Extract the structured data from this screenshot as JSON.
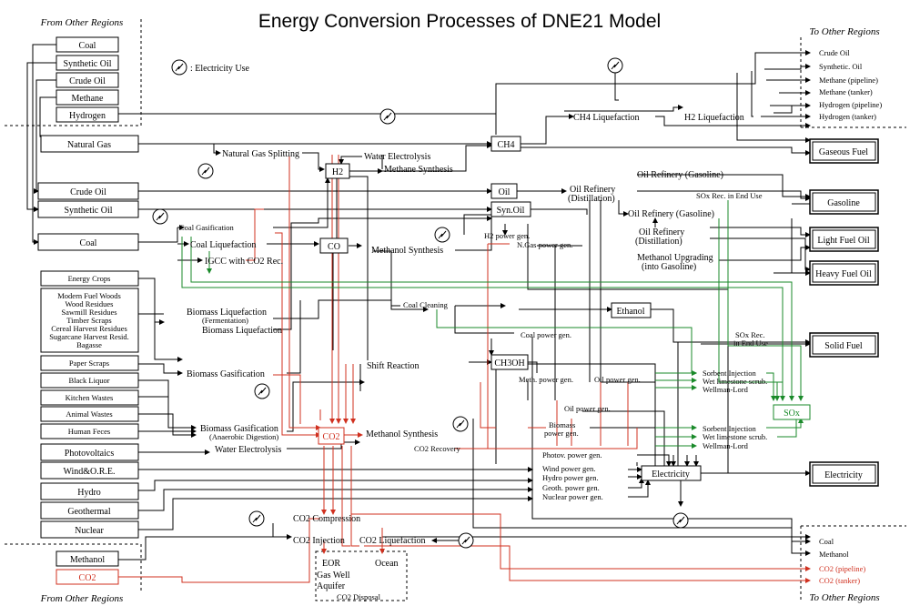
{
  "title": "Energy Conversion Processes of DNE21 Model",
  "region_labels": {
    "from_top": "From Other Regions",
    "from_bottom": "From Other Regions",
    "to_top": "To Other Regions",
    "to_bottom": "To Other Regions"
  },
  "legend": {
    "electricity_use": ": Electricity Use"
  },
  "colors": {
    "co2": "#d0301f",
    "sox": "#1a8a2a",
    "line": "#000000"
  },
  "imports_top": [
    "Coal",
    "Synthetic Oil",
    "Crude Oil",
    "Methane",
    "Hydrogen"
  ],
  "primary": {
    "natural_gas": "Natural Gas",
    "crude_oil": "Crude Oil",
    "synthetic_oil": "Synthetic Oil",
    "coal": "Coal",
    "energy_crops": "Energy Crops",
    "woods": [
      "Modern Fuel Woods",
      "Wood Residues",
      "Sawmill Residues",
      "Timber Scraps",
      "Cereal Harvest Residues",
      "Sugarcane Harvest Resid.",
      "Bagasse"
    ],
    "paper_scraps": "Paper Scraps",
    "black_liquor": "Black Liquor",
    "kitchen_wastes": "Kitchen Wastes",
    "animal_wastes": "Animal Wastes",
    "human_feces": "Human Feces",
    "photovoltaics": "Photovoltaics",
    "wind": "Wind&O.R.E.",
    "hydro": "Hydro",
    "geothermal": "Geothermal",
    "nuclear": "Nuclear"
  },
  "imports_bottom": {
    "methanol": "Methanol",
    "co2": "CO2"
  },
  "processes": {
    "ng_splitting": "Natural Gas Splitting",
    "water_electrolysis": "Water Electrolysis",
    "methane_synthesis": "Methane Synthesis",
    "coal_gasification": "Coal Gasification",
    "coal_liquefaction": "Coal Liquefaction",
    "igcc": "IGCC with CO2 Rec.",
    "methanol_synthesis": "Methanol Synthesis",
    "biomass_liq_ferm": "Biomass Liquefaction",
    "fermentation": "(Fermentation)",
    "biomass_liq": "Biomass Liquefaction",
    "biomass_gas": "Biomass Gasification",
    "biomass_gas_an": "Biomass Gasification",
    "anaerobic": "(Anaerobic Digestion)",
    "water_electrolysis2": "Water Electrolysis",
    "shift_reaction": "Shift Reaction",
    "methanol_synthesis2": "Methanol Synthesis",
    "co2_recovery": "CO2 Recovery",
    "co2_compression": "CO2 Compression",
    "co2_injection": "CO2 Injection",
    "co2_liquefaction": "CO2 Liquefaction",
    "eor": "EOR",
    "gas_well": "Gas Well",
    "aquifer": "Aquifer",
    "ocean": "Ocean",
    "co2_disposal": "CO2 Disposal",
    "ch4_liquefaction": "CH4 Liquefaction",
    "h2_liquefaction": "H2 Liquefaction",
    "oil_ref_gasoline": "Oil Refinery (Gasoline)",
    "oil_ref": "Oil Refinery",
    "distillation": "(Distillation)",
    "sox_rec_end": "SOx Rec. in End Use",
    "oil_ref_gasoline2": "Oil Refinery (Gasoline)",
    "oil_ref2": "Oil Refinery",
    "distillation2": "(Distillation)",
    "meth_upgrading": "Methanol Upgrading",
    "into_gasoline": "(into Gasoline)",
    "h2_power": "H2 power gen.",
    "ngas_power": "N.Gas power gen.",
    "coal_cleaning": "Coal Cleaning",
    "coal_power": "Coal power gen.",
    "sox_rec_end2": "SOx Rec.",
    "in_end_use": "in End Use",
    "meth_power": "Meth. power gen.",
    "oil_power": "Oil power gen.",
    "oil_power2": "Oil power gen.",
    "biomass_power": "Biomass",
    "biomass_power2": "power gen.",
    "sorbent1": "Sorbent Injection",
    "wet_lime1": "Wet limestone scrub.",
    "wellman1": "Wellman-Lord",
    "sorbent2": "Sorbent Injection",
    "wet_lime2": "Wet limestone scrub.",
    "wellman2": "Wellman-Lord",
    "photov_power": "Photov. power gen.",
    "wind_power": "Wind power gen.",
    "hydro_power": "Hydro power gen.",
    "geoth_power": "Geoth. power gen.",
    "nuclear_power": "Nuclear power gen."
  },
  "nodes": {
    "h2": "H2",
    "ch4": "CH4",
    "oil": "Oil",
    "synoil": "Syn.Oil",
    "co": "CO",
    "ch3oh": "CH3OH",
    "ethanol": "Ethanol",
    "co2": "CO2",
    "sox": "SOx",
    "electricity": "Electricity"
  },
  "final": {
    "gaseous_fuel": "Gaseous Fuel",
    "gasoline": "Gasoline",
    "light_fuel_oil": "Light Fuel Oil",
    "heavy_fuel_oil": "Heavy Fuel Oil",
    "solid_fuel": "Solid Fuel",
    "electricity": "Electricity"
  },
  "exports_top": [
    "Crude Oil",
    "Synthetic. Oil",
    "Methane (pipeline)",
    "Methane (tanker)",
    "Hydrogen (pipeline)",
    "Hydrogen (tanker)"
  ],
  "exports_bottom": [
    "Coal",
    "Methanol",
    "CO2 (pipeline)",
    "CO2 (tanker)"
  ]
}
